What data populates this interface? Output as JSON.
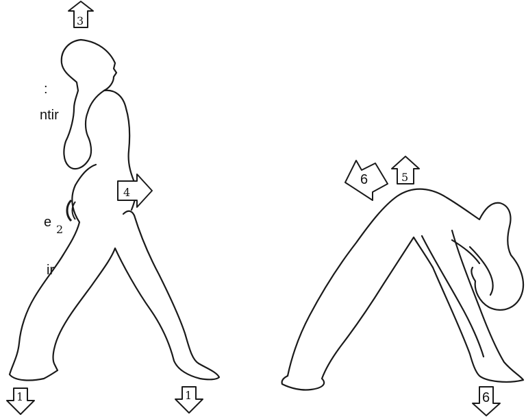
{
  "left_text_fragments": [
    ":",
    "ntir",
    "e",
    "ir"
  ],
  "labels": {
    "up_arrow_head": "3",
    "hip_arrow": "4",
    "back_curve": "2",
    "left_foot": "1",
    "right_foot": "1",
    "diag_arrow": "6",
    "up_arrow_back": "5",
    "down_arrow_hand": "6"
  }
}
